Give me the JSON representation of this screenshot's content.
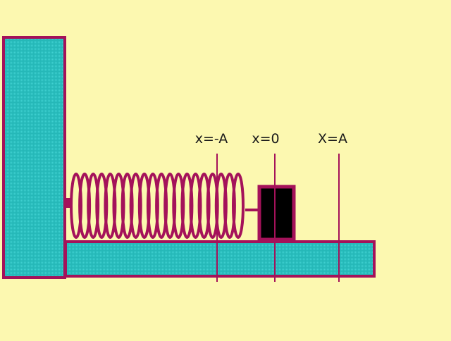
{
  "colors": {
    "background": "#fcf8b0",
    "surface_fill": "#25b8b8",
    "outline": "#a4125a",
    "block_fill": "#000000",
    "label_text": "#1a1a1a"
  },
  "labels": {
    "neg_amplitude": "x=-A",
    "equilibrium": "x=0",
    "pos_amplitude": "X=A"
  },
  "spring": {
    "coil_count": 20
  }
}
